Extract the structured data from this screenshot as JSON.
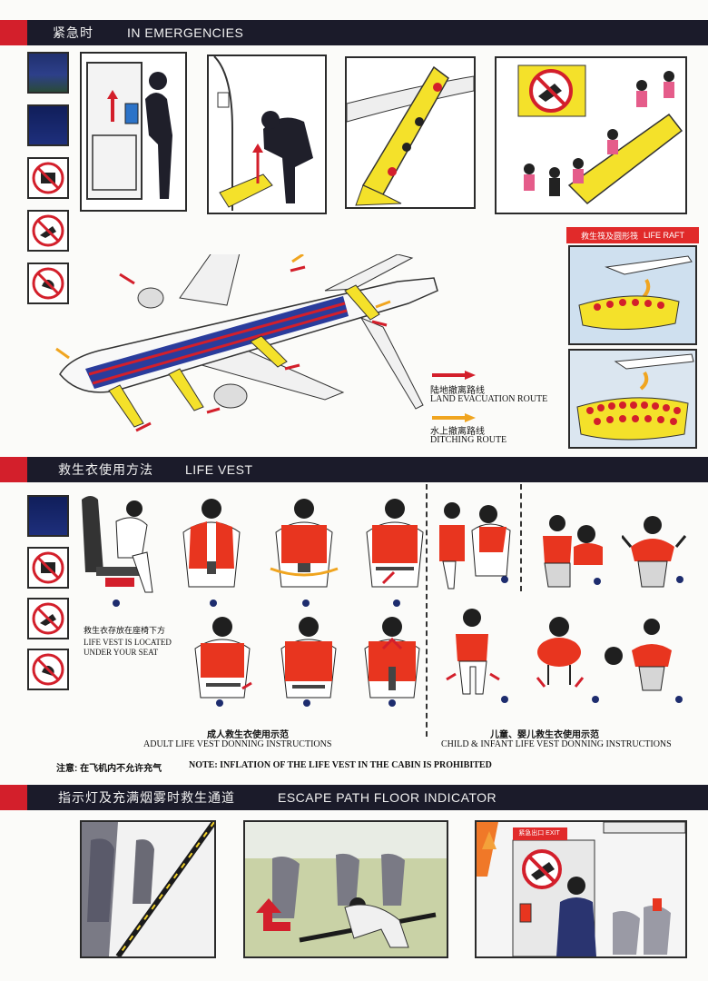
{
  "sections": {
    "emergencies": {
      "cn": "紧急时",
      "en": "IN EMERGENCIES"
    },
    "life_vest": {
      "cn": "救生衣使用方法",
      "en": "LIFE VEST"
    },
    "escape": {
      "cn": "指示灯及充满烟雾时救生通道",
      "en": "ESCAPE PATH FLOOR INDICATOR"
    }
  },
  "life_raft": {
    "cn": "救生筏及圆形筏",
    "en": "LIFE RAFT"
  },
  "legend": {
    "land_cn": "陆地撤离路线",
    "land_en": "LAND EVACUATION ROUTE",
    "ditch_cn": "水上撤离路线",
    "ditch_en": "DITCHING ROUTE"
  },
  "vest_location": {
    "cn": "救生衣存放在座椅下方",
    "en1": "LIFE VEST IS LOCATED",
    "en2": "UNDER YOUR SEAT"
  },
  "adult": {
    "cn": "成人救生衣使用示范",
    "en": "ADULT LIFE VEST DONNING INSTRUCTIONS"
  },
  "child": {
    "cn": "儿童、婴儿救生衣使用示范",
    "en": "CHILD & INFANT LIFE VEST DONNING INSTRUCTIONS"
  },
  "note": {
    "cn": "注意: 在飞机内不允许充气",
    "en": "NOTE: INFLATION OF THE LIFE VEST IN THE CABIN IS PROHIBITED"
  },
  "exit_sign": "紧急出口 EXIT",
  "colors": {
    "dark_bar": "#1b1b2a",
    "accent_red": "#d31f2b",
    "vest_red": "#e8351f",
    "slide_yellow": "#f4e12a",
    "navy": "#1d2c6e"
  }
}
